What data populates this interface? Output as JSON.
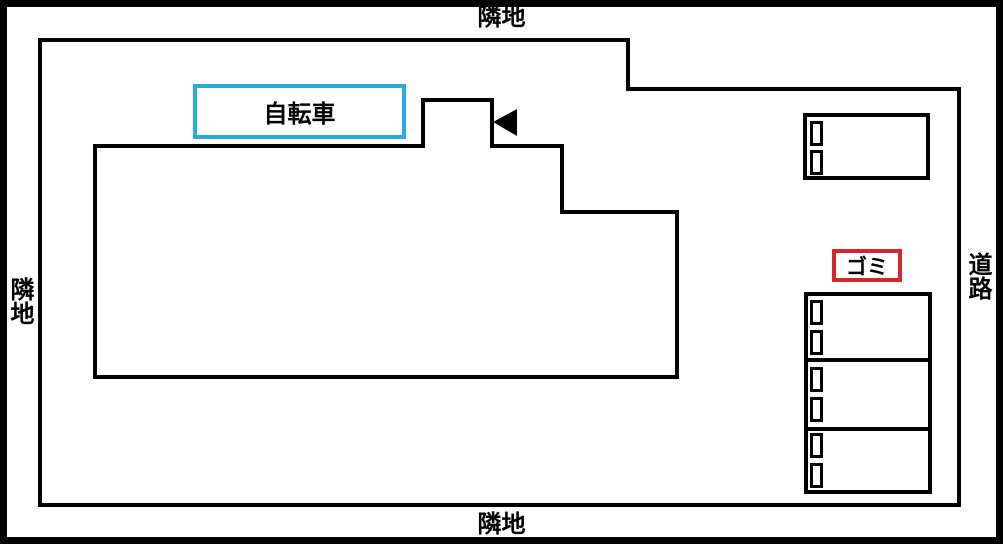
{
  "labels": {
    "neighbor_top": "隣地",
    "neighbor_left": "隣地",
    "neighbor_bottom": "隣地",
    "road": "道路",
    "bicycle_parking": "自転車",
    "garbage_area": "ゴミ"
  },
  "colors": {
    "line": "#000000",
    "background": "#ffffff",
    "bicycle_box_border": "#29abe2",
    "garbage_box_border": "#d7262c"
  },
  "parking": {
    "upper_block_marker_count": 2,
    "lower_block_bay_count": 3,
    "markers_per_bay": 2
  }
}
